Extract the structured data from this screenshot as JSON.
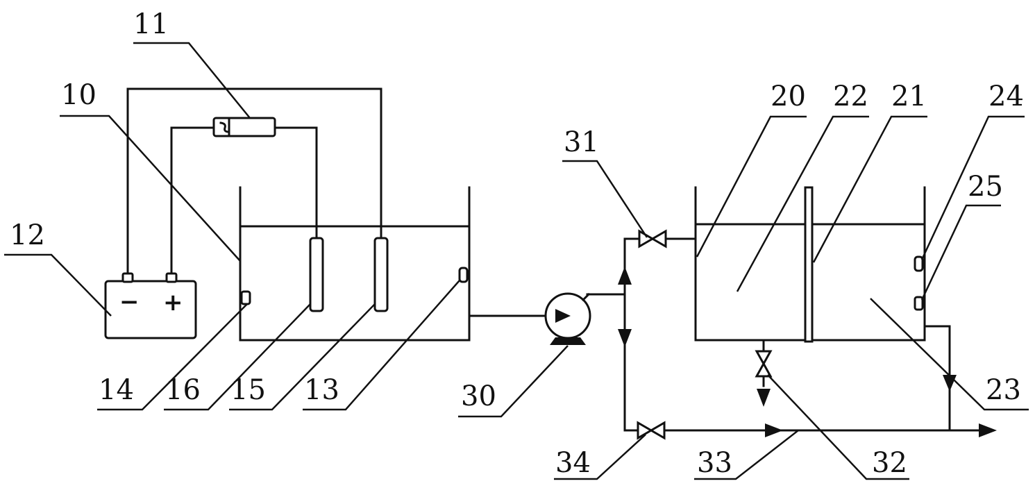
{
  "labels": {
    "l10": "10",
    "l11": "11",
    "l12": "12",
    "l13": "13",
    "l14": "14",
    "l15": "15",
    "l16": "16",
    "l20": "20",
    "l21": "21",
    "l22": "22",
    "l23": "23",
    "l24": "24",
    "l25": "25",
    "l30": "30",
    "l31": "31",
    "l32": "32",
    "l33": "33",
    "l34": "34"
  },
  "battery": {
    "negative": "−",
    "positive": "+"
  },
  "colors": {
    "ink": "#111111",
    "background": "#ffffff"
  }
}
